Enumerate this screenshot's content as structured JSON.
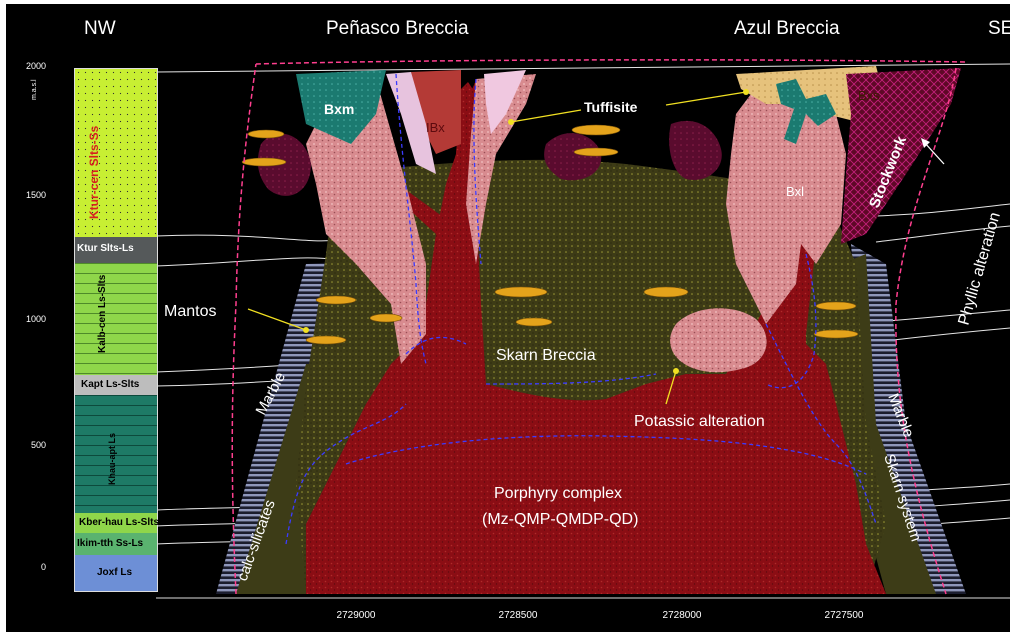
{
  "header": {
    "nw": "NW",
    "left_breccia": "Peñasco Breccia",
    "right_breccia": "Azul Breccia",
    "se": "SE"
  },
  "y_axis": {
    "unit": "m.a.s.l",
    "ticks": [
      "2000",
      "1500",
      "1000",
      "500",
      "0"
    ]
  },
  "x_axis": {
    "ticks": [
      "2729000",
      "2728500",
      "2728000",
      "2727500"
    ]
  },
  "stratigraphy": [
    {
      "label": "Ktur-cen Slts-Ss",
      "color": "#c6ef33"
    },
    {
      "label": "Ktur Slts-Ls",
      "color": "#6b6f6e"
    },
    {
      "label": "Kalb-cen Ls-Slts",
      "color": "#8fd64a"
    },
    {
      "label": "Kapt Ls-Slts",
      "color": "#b9b9b9"
    },
    {
      "label": "Khau-apt Ls",
      "color": "#1e7a66"
    },
    {
      "label": "Kber-hau Ls-Slts",
      "color": "#8fd64a"
    },
    {
      "label": "Ikim-tth Ss-Ls",
      "color": "#5ab36f"
    },
    {
      "label": "Joxf Ls",
      "color": "#6d8fd6"
    }
  ],
  "labels": {
    "bxm": "Bxm",
    "ibx": "IBx",
    "tuffisite": "Tuffisite",
    "bxs": "Bxs",
    "bxl": "Bxl",
    "stockwork": "Stockwork",
    "phyllic": "Phyllic alteration",
    "mantos": "Mantos",
    "marble_left": "Marble",
    "marble_right": "Marble",
    "skarn_breccia": "Skarn Breccia",
    "potassic": "Potassic alteration",
    "calc_silicates": "calc-silicates",
    "porphyry_1": "Porphyry complex",
    "porphyry_2": "(Mz-QMP-QMDP-QD)",
    "skarn_system": "Skarn system"
  },
  "colors": {
    "background": "#000000",
    "porphyry": "#8b0d14",
    "skarn": "#3b3b14",
    "breccia_pink": "#d98a8f",
    "stockwork": "#6e0a2a",
    "teal_bxm": "#1c7a72",
    "tan_bxs": "#e8c27a",
    "manto": "#e0a21a",
    "marble": "#8a93b6",
    "dashed_pink": "#ff3f8f",
    "dashed_blue": "#3b3bff"
  }
}
